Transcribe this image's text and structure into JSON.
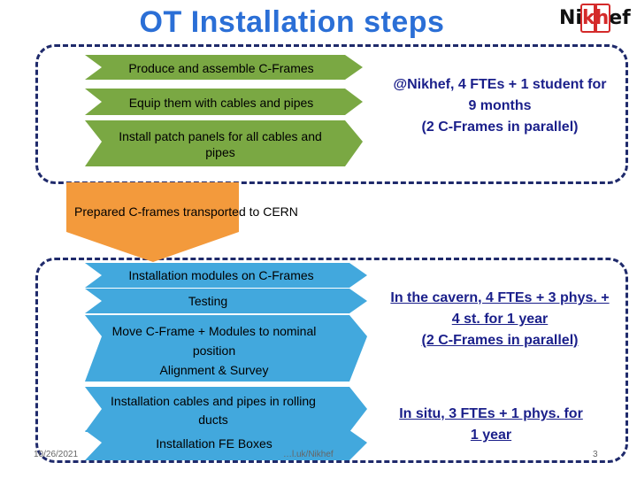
{
  "title": "OT Installation steps",
  "logo": {
    "text_parts": [
      "Ni",
      "k",
      "h",
      "ef"
    ]
  },
  "colors": {
    "green": "#7aa843",
    "orange": "#f39a3c",
    "blue": "#42a8dd",
    "note": "#1a1f8a",
    "title": "#2b6fd6"
  },
  "top_steps": [
    "Produce and assemble C-Frames",
    "Equip them with cables and pipes",
    "Install patch panels for all cables and pipes"
  ],
  "middle_step": "Prepared C-frames transported to CERN",
  "bottom_steps": [
    "Installation modules on C-Frames",
    "Testing",
    "Move C-Frame + Modules to nominal position\nAlignment & Survey",
    "Installation cables and pipes in rolling ducts",
    "Installation FE Boxes"
  ],
  "notes": {
    "top": [
      "@Nikhef, 4 FTEs + 1 student for 9 months",
      "(2 C-Frames in parallel)"
    ],
    "cavern": [
      "In the cavern, 4 FTEs + 3 phys. + 4 st. for 1 year",
      "(2 C-Frames in parallel)"
    ],
    "insitu": [
      "In situ, 3 FTEs + 1 phys. for 1 year"
    ]
  },
  "footer": {
    "date": "10/26/2021",
    "center": "…l.uk/Nikhef",
    "page": "3"
  }
}
